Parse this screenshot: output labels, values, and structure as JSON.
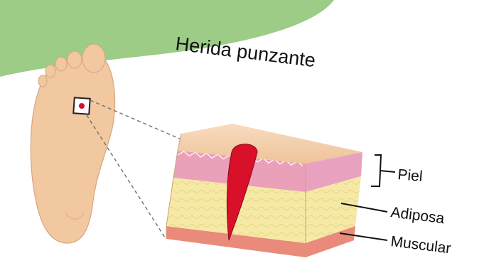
{
  "title": "Herida punzante",
  "labels": {
    "skin": "Piel",
    "fat": "Adiposa",
    "muscle": "Muscular"
  },
  "colors": {
    "corner_green": "#9ccc85",
    "paper": "#ffffff",
    "skin_top": "#f4d2a8",
    "skin_pink": "#eaa0b8",
    "fat_yellow": "#f6e9a6",
    "muscle_red": "#e98a7a",
    "wound_red": "#d8102a",
    "foot_skin": "#f1c8a0"
  }
}
